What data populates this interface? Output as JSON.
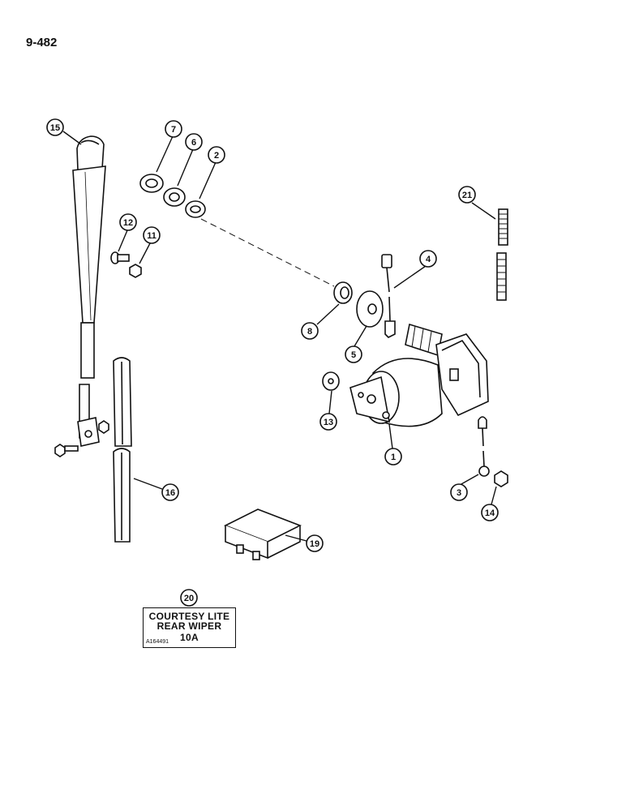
{
  "page_number": "9-482",
  "callouts": [
    "1",
    "2",
    "3",
    "4",
    "5",
    "6",
    "7",
    "8",
    "11",
    "12",
    "13",
    "14",
    "15",
    "16",
    "19",
    "20",
    "21"
  ],
  "label_box": {
    "line1": "COURTESY LITE",
    "line2": "REAR WIPER",
    "line3": "10A",
    "code": "A164491"
  }
}
